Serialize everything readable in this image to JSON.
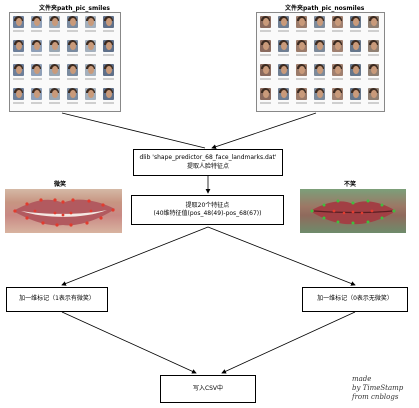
{
  "top_left_label": "文件夹path_pic_smiles",
  "top_right_label": "文件夹path_pic_nosmiles",
  "dlib_box": {
    "line1": "dlib 'shape_predictor_68_face_landmarks.dat'",
    "line2": "提取人脸特征点"
  },
  "extract_box": {
    "line1": "提取20个特征点",
    "line2": "(40维特征值(pos_48(49)-pos_68(67))"
  },
  "smile_label": "微笑",
  "nosmile_label": "不笑",
  "label_left_box": "加一维标记（1表示有微笑）",
  "label_right_box": "加一维标记（0表示无微笑）",
  "csv_box": "写入CSV中",
  "watermark": {
    "line1": "made",
    "line2": "by TimeStamp",
    "line3": "from cnblogs"
  },
  "colors": {
    "line": "#000000",
    "box_border": "#000000",
    "landmark": "#e23b2e",
    "landmark_green": "#3fbf3f"
  }
}
